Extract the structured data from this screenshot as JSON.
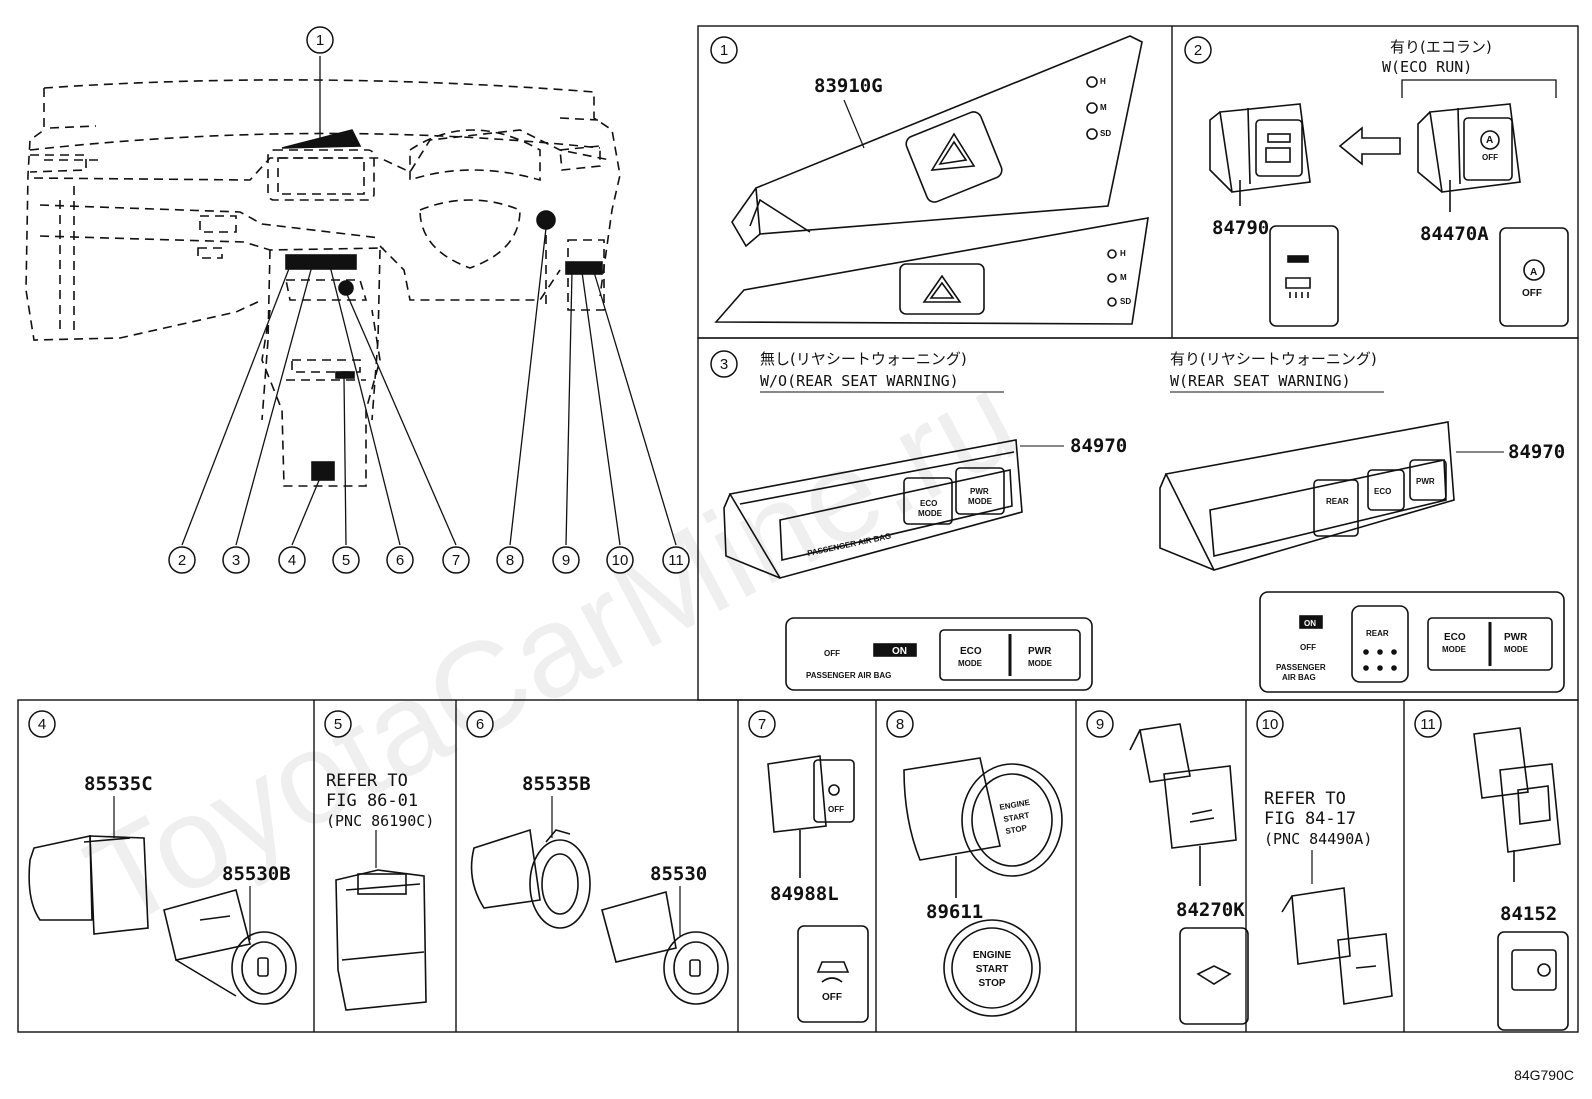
{
  "callouts": {
    "main": [
      "1",
      "2",
      "3",
      "4",
      "5",
      "6",
      "7",
      "8",
      "9",
      "10",
      "11"
    ]
  },
  "panels": {
    "p1": {
      "num": "1",
      "part": "83910G",
      "btn_labels": [
        "H",
        "M",
        "SD"
      ],
      "btn_labels2": [
        "H",
        "M",
        "SD"
      ]
    },
    "p2": {
      "num": "2",
      "title_jp": "有り(エコラン)",
      "title_en": "W(ECO RUN)",
      "part_a": "84790",
      "part_b": "84470A",
      "off_label": "OFF"
    },
    "p3": {
      "num": "3",
      "left_jp": "無し(リヤシートウォーニング)",
      "left_en": "W/O(REAR SEAT WARNING)",
      "right_jp": "有り(リヤシートウォーニング)",
      "right_en": "W(REAR SEAT WARNING)",
      "part_left": "84970",
      "part_right": "84970",
      "eco": "ECO",
      "mode": "MODE",
      "pwr": "PWR",
      "passenger_airbag": "PASSENGER AIR BAG",
      "passenger": "PASSENGER",
      "airbag": "AIR BAG",
      "off": "OFF",
      "on": "ON",
      "rear": "REAR"
    },
    "p4": {
      "num": "4",
      "part_a": "85535C",
      "part_b": "85530B"
    },
    "p5": {
      "num": "5",
      "ref1": "REFER TO",
      "ref2": "FIG 86-01",
      "ref3": "(PNC 86190C)"
    },
    "p6": {
      "num": "6",
      "part_a": "85535B",
      "part_b": "85530"
    },
    "p7": {
      "num": "7",
      "part": "84988L",
      "off": "OFF"
    },
    "p8": {
      "num": "8",
      "part": "89611",
      "engine": "ENGINE",
      "start": "START",
      "stop": "STOP"
    },
    "p9": {
      "num": "9",
      "part": "84270K"
    },
    "p10": {
      "num": "10",
      "ref1": "REFER TO",
      "ref2": "FIG 84-17",
      "ref3": "(PNC 84490A)"
    },
    "p11": {
      "num": "11",
      "part": "84152"
    }
  },
  "footer": {
    "code": "84G790C"
  },
  "watermark": "ToyotaCarMine.ru"
}
